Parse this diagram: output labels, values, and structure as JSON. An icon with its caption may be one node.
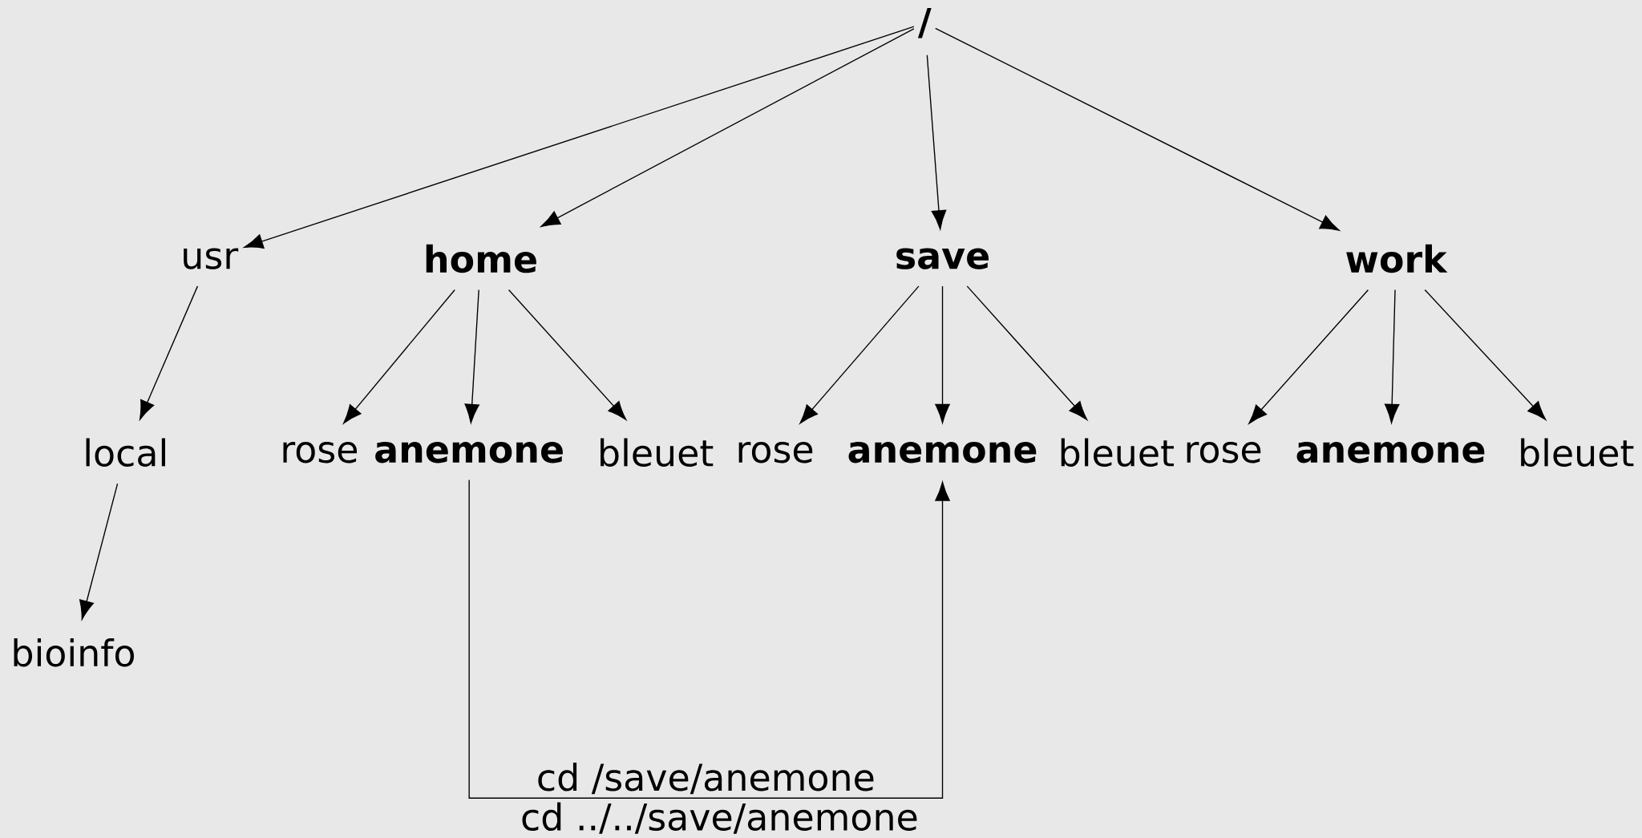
{
  "diagram": {
    "nodes": [
      {
        "text": [
          "/"
        ]
      },
      {
        "text": [
          "usr"
        ]
      },
      {
        "text": [
          "home"
        ]
      },
      {
        "text": [
          "save"
        ]
      },
      {
        "text": [
          "work"
        ]
      },
      {
        "text": [
          "local"
        ]
      },
      {
        "text": [
          "bioinfo"
        ]
      },
      {
        "text": [
          "rose"
        ]
      },
      {
        "text": [
          "anemone"
        ]
      },
      {
        "text": [
          "bleuet"
        ]
      },
      {
        "text": [
          "rose"
        ]
      },
      {
        "text": [
          "anemone"
        ]
      },
      {
        "text": [
          "bleuet"
        ]
      },
      {
        "text": [
          "rose"
        ]
      },
      {
        "text": [
          "anemone"
        ]
      },
      {
        "text": [
          "bleuet"
        ]
      }
    ],
    "edges": [
      {
        "from": 0,
        "to": 1,
        "arrow": "to"
      },
      {
        "from": 0,
        "to": 2,
        "arrow": "to"
      },
      {
        "from": 0,
        "to": 3,
        "arrow": "to"
      },
      {
        "from": 0,
        "to": 4,
        "arrow": "to"
      },
      {
        "from": 1,
        "to": 5,
        "arrow": "to"
      },
      {
        "from": 5,
        "to": 6,
        "arrow": "to"
      },
      {
        "from": 2,
        "to": 7,
        "arrow": "to"
      },
      {
        "from": 2,
        "to": 8,
        "arrow": "to"
      },
      {
        "from": 2,
        "to": 9,
        "arrow": "to"
      },
      {
        "from": 3,
        "to": 10,
        "arrow": "to"
      },
      {
        "from": 3,
        "to": 11,
        "arrow": "to"
      },
      {
        "from": 3,
        "to": 12,
        "arrow": "to"
      },
      {
        "from": 4,
        "to": 13,
        "arrow": "to"
      },
      {
        "from": 4,
        "to": 14,
        "arrow": "to"
      },
      {
        "from": 4,
        "to": 15,
        "arrow": "to"
      },
      {
        "from": 8,
        "to": 11,
        "arrow": "to",
        "label": "cd /save/anemone"
      }
    ],
    "labels": [
      "cd ../../save/anemone"
    ]
  }
}
